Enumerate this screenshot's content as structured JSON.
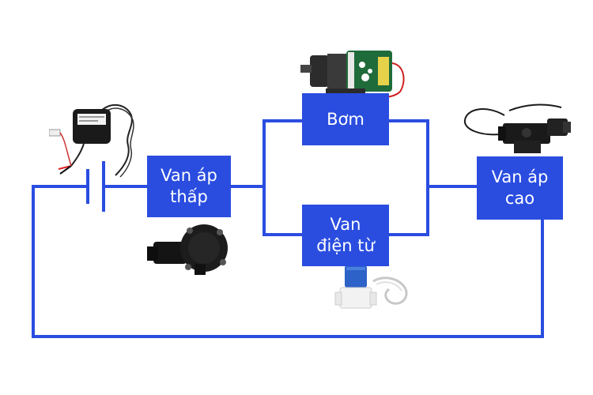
{
  "diagram": {
    "colors": {
      "wire": "#2a4de0",
      "box_fill": "#2a4de0",
      "box_text": "#ffffff"
    },
    "boxes": {
      "low_pressure_valve": {
        "line1": "Van áp",
        "line2": "thấp"
      },
      "pump": {
        "line1": "Bơm"
      },
      "solenoid_valve": {
        "line1": "Van",
        "line2": "điện từ"
      },
      "high_pressure_valve": {
        "line1": "Van áp",
        "line2": "cao"
      }
    },
    "devices": [
      "power-adapter-image",
      "pump-motor-image",
      "low-pressure-switch-image",
      "solenoid-valve-image",
      "high-pressure-switch-image"
    ]
  }
}
